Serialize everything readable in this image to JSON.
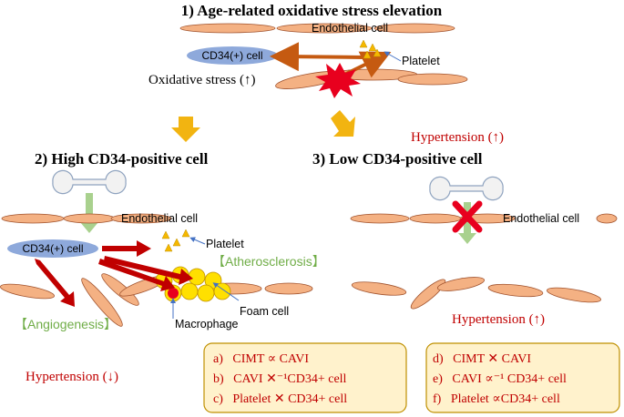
{
  "panel1": {
    "title": "1) Age-related oxidative stress elevation",
    "endothelial_label": "Endothelial cell",
    "cd34_label": "CD34(+) cell",
    "platelet_label": "Platelet",
    "oxidative_label": "Oxidative stress (↑)"
  },
  "panel2": {
    "title": "2) High CD34-positive cell",
    "endothelial_label": "Endothelial cell",
    "cd34_label": "CD34(+) cell",
    "platelet_label": "Platelet",
    "atherosclerosis_label": "【Atherosclerosis】",
    "foam_label": "Foam cell",
    "macrophage_label": "Macrophage",
    "angiogenesis_label": "【Angiogenesis】",
    "hypertension_label": "Hypertension (↓)"
  },
  "panel3": {
    "title": "3) Low CD34-positive cell",
    "hypertension_top_label": "Hypertension (↑)",
    "endothelial_label": "Endothelial cell",
    "hypertension_bottom_label": "Hypertension (↑)"
  },
  "box_left": {
    "lines": [
      "a)   CIMT ∝ CAVI",
      "b)   CAVI ✕⁻¹CD34+ cell",
      "c)   Platelet ✕ CD34+ cell"
    ]
  },
  "box_right": {
    "lines": [
      "d)   CIMT ✕ CAVI",
      "e)   CAVI ∝⁻¹ CD34+ cell",
      "f)   Platelet ∝CD34+ cell"
    ]
  },
  "colors": {
    "cell_fill": "#F4B183",
    "cell_stroke": "#A0522D",
    "cd34_fill": "#8EA9DB",
    "platelet_fill": "#F5B800",
    "dark_red": "#C00000",
    "orange_arrow": "#C55A11",
    "green_label": "#70AD47",
    "box_fill": "#FFF2CC",
    "box_stroke": "#BF9000",
    "foam_fill": "#FFE000",
    "gold_arrow": "#F2B411",
    "bone_fill": "#F2F2F2"
  }
}
